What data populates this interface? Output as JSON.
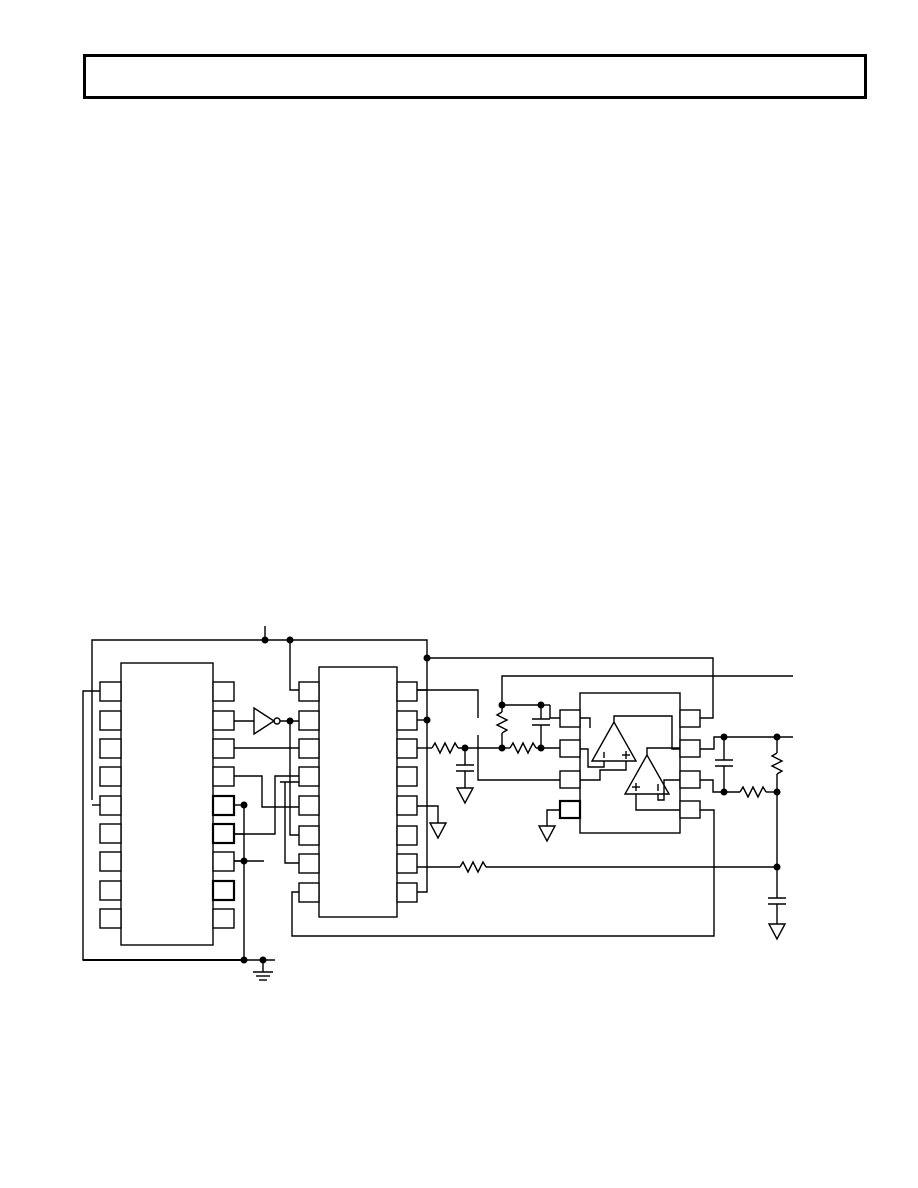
{
  "page": {
    "header_title": ""
  },
  "schematic": {
    "components": [
      "ic-left-18pin",
      "ic-middle-16pin",
      "ic-right-dual-opamp-8pin",
      "inverter-gate",
      "resistor",
      "capacitor",
      "ground"
    ]
  }
}
